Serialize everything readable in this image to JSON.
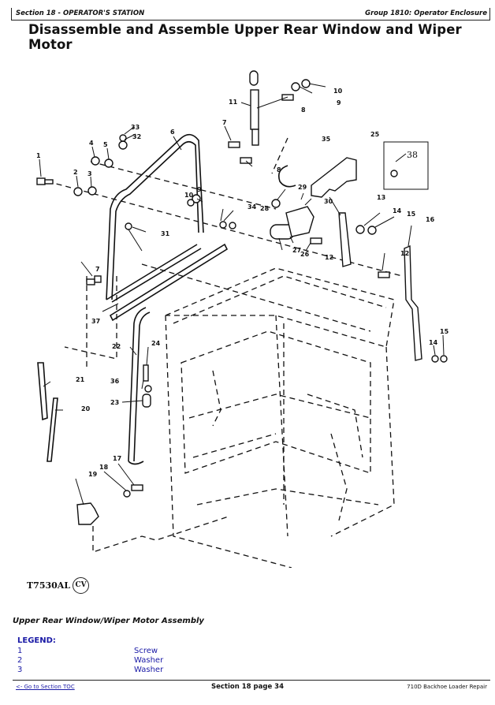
{
  "header": {
    "section": "Section 18 - OPERATOR'S STATION",
    "group": "Group 1810: Operator Enclosure"
  },
  "page_title": "Disassemble and Assemble Upper Rear Window and Wiper Motor",
  "figure": {
    "id": "T7530AL",
    "badge": "CV",
    "callouts": [
      "1",
      "2",
      "3",
      "4",
      "5",
      "6",
      "7",
      "8",
      "9",
      "10",
      "11",
      "12",
      "13",
      "14",
      "15",
      "16",
      "17",
      "18",
      "19",
      "20",
      "21",
      "22",
      "23",
      "24",
      "25",
      "26",
      "27",
      "28",
      "29",
      "30",
      "31",
      "32",
      "33",
      "34",
      "35",
      "36",
      "37",
      "38"
    ],
    "labels": {
      "c1": "1",
      "c2": "2",
      "c3": "3",
      "c4": "4",
      "c5": "5",
      "c6": "6",
      "c7a": "7",
      "c7b": "7",
      "c8a": "8",
      "c8b": "8",
      "c9a": "9",
      "c9b": "9",
      "c10a": "10",
      "c10b": "10",
      "c11": "11",
      "c12a": "12",
      "c12b": "12",
      "c13": "13",
      "c14a": "14",
      "c14b": "14",
      "c15a": "15",
      "c15b": "15",
      "c16": "16",
      "c17": "17",
      "c18": "18",
      "c19": "19",
      "c20": "20",
      "c21": "21",
      "c22": "22",
      "c23": "23",
      "c24": "24",
      "c25": "25",
      "c26": "26",
      "c27": "27",
      "c28": "28",
      "c29": "29",
      "c30": "30",
      "c31": "31",
      "c32": "32",
      "c33": "33",
      "c34": "34",
      "c35": "35",
      "c36": "36",
      "c37": "37",
      "c38": "38"
    }
  },
  "caption": "Upper Rear Window/Wiper Motor Assembly",
  "legend": {
    "title": "LEGEND:",
    "items": [
      {
        "num": "1",
        "desc": "Screw"
      },
      {
        "num": "2",
        "desc": "Washer"
      },
      {
        "num": "3",
        "desc": "Washer"
      }
    ]
  },
  "footer": {
    "toc_link": "<- Go to Section TOC",
    "page": "Section 18 page 34",
    "manual": "710D Backhoe Loader Repair"
  }
}
